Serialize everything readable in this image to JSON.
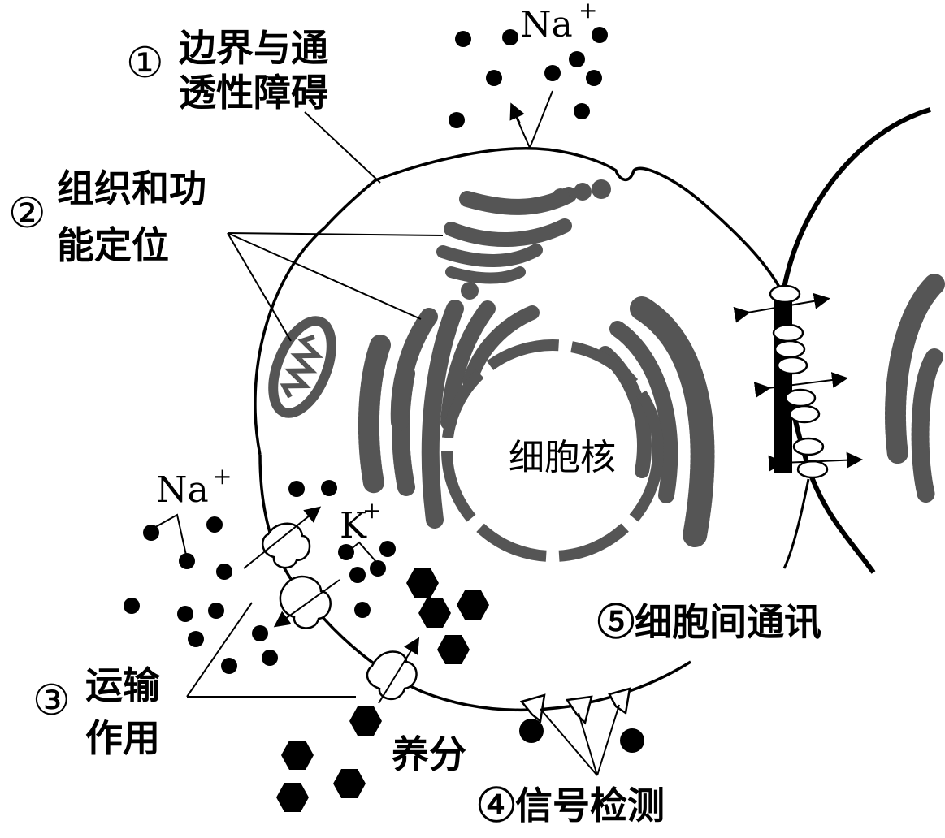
{
  "labels": {
    "boundary": [
      "边界与通",
      "透性障碍"
    ],
    "boundary_num": "①",
    "organization": [
      "组织和功",
      "能定位"
    ],
    "organization_num": "②",
    "transport": [
      "运输",
      "作用"
    ],
    "transport_num": "③",
    "signal": "④信号检测",
    "communication": "⑤细胞间通讯",
    "nucleus": "细胞核",
    "nutrient": "养分",
    "na_top": "Na",
    "na_left": "Na",
    "k": "K",
    "plus": "+"
  },
  "colors": {
    "organelle": "#555555",
    "ink": "#000000",
    "background": "#ffffff"
  }
}
